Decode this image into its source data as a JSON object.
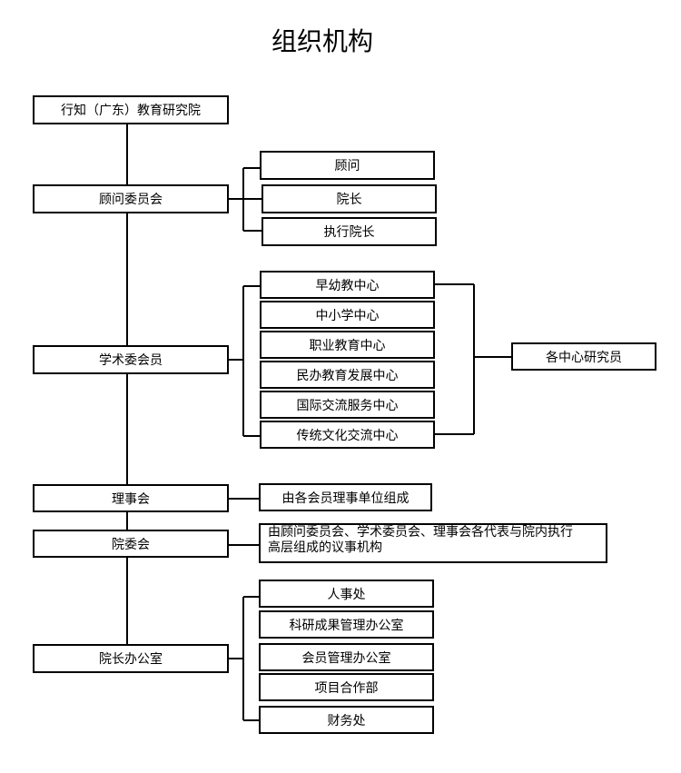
{
  "title": "组织机构",
  "root": "行知（广东）教育研究院",
  "advisory": {
    "label": "顾问委员会",
    "members": [
      "顾问",
      "院长",
      "执行院长"
    ]
  },
  "academic": {
    "label": "学术委会员",
    "centers": [
      "早幼教中心",
      "中小学中心",
      "职业教育中心",
      "民办教育发展中心",
      "国际交流服务中心",
      "传统文化交流中心"
    ],
    "researchers": "各中心研究员"
  },
  "board": {
    "label": "理事会",
    "note": "由各会员理事单位组成"
  },
  "council": {
    "label": "院委会",
    "note_line1": "由顾问委员会、学术委员会、理事会各代表与院内执行",
    "note_line2": "高层组成的议事机构"
  },
  "office": {
    "label": "院长办公室",
    "departments": [
      "人事处",
      "科研成果管理办公室",
      "会员管理办公室",
      "项目合作部",
      "财务处"
    ]
  }
}
